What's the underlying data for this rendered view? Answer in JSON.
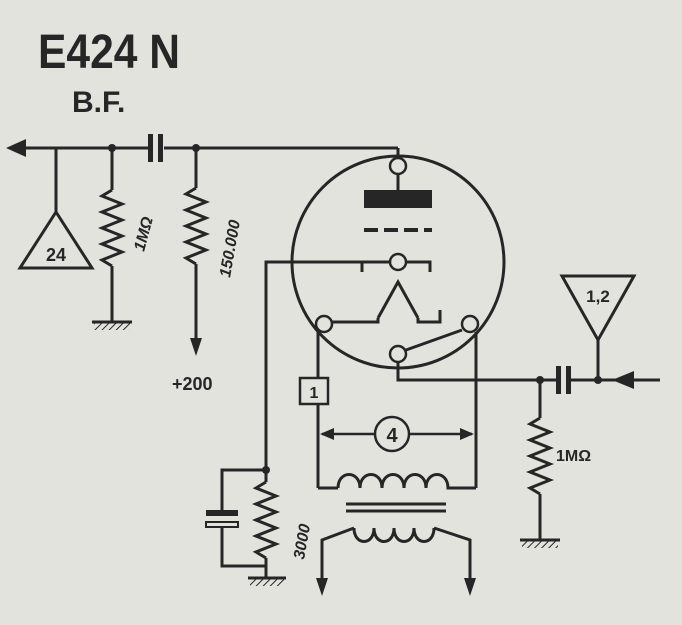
{
  "title": "E424 N",
  "subtitle": "B.F.",
  "labels": {
    "triangle_left": "24",
    "triangle_right": "1,2",
    "resistor_left": "1MΩ",
    "resistor_middle": "150.000",
    "voltage": "+200",
    "resistor_right": "1MΩ",
    "resistor_cathode": "3000",
    "box": "1",
    "circle": "4"
  },
  "colors": {
    "background": "#e3e3de",
    "ink": "#262626"
  }
}
